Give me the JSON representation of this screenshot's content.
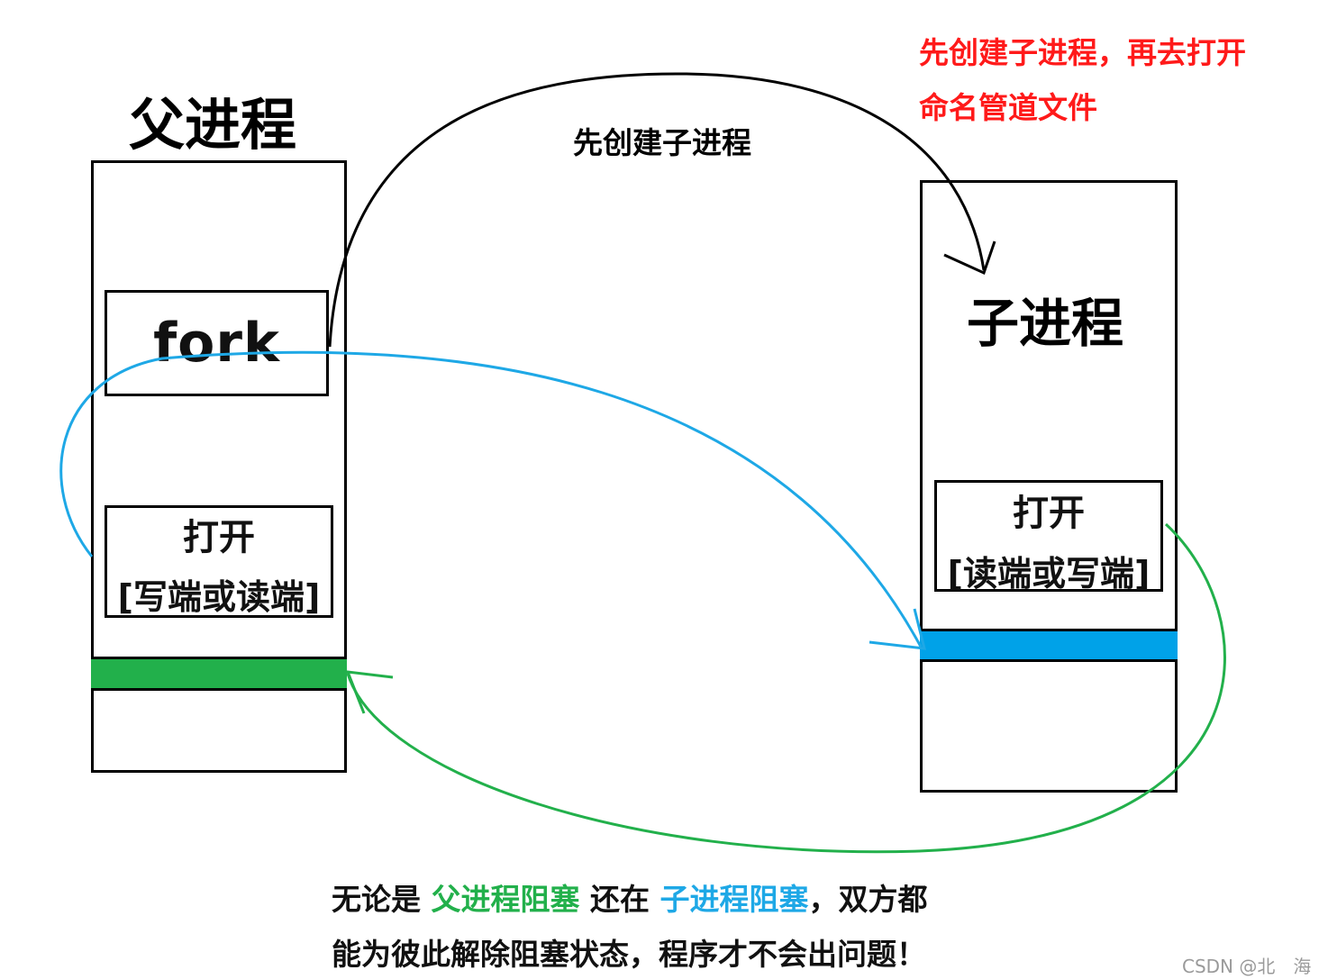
{
  "parent": {
    "title": "父进程",
    "fork_label": "fork",
    "open_label": "打开",
    "open_mode": "[写端或读端]",
    "bar_color": "#22b04b"
  },
  "child": {
    "title": "子进程",
    "open_label": "打开",
    "open_mode": "[读端或写端]",
    "bar_color": "#00a2e8"
  },
  "arrows": {
    "fork_label": "先创建子进程",
    "blue_color": "#1ea8e6",
    "green_color": "#22b04b",
    "black_color": "#000000"
  },
  "red_note": {
    "line1": "先创建子进程，再去打开",
    "line2": "命名管道文件",
    "color": "#ff1a1a"
  },
  "bottom_note": {
    "part1": "无论是 ",
    "part2": "父进程阻塞",
    "part3": " 还在 ",
    "part4": "子进程阻塞",
    "part5": "，双方都",
    "line2": "能为彼此解除阻塞状态，程序才不会出问题！"
  },
  "watermark": "CSDN @北　海"
}
